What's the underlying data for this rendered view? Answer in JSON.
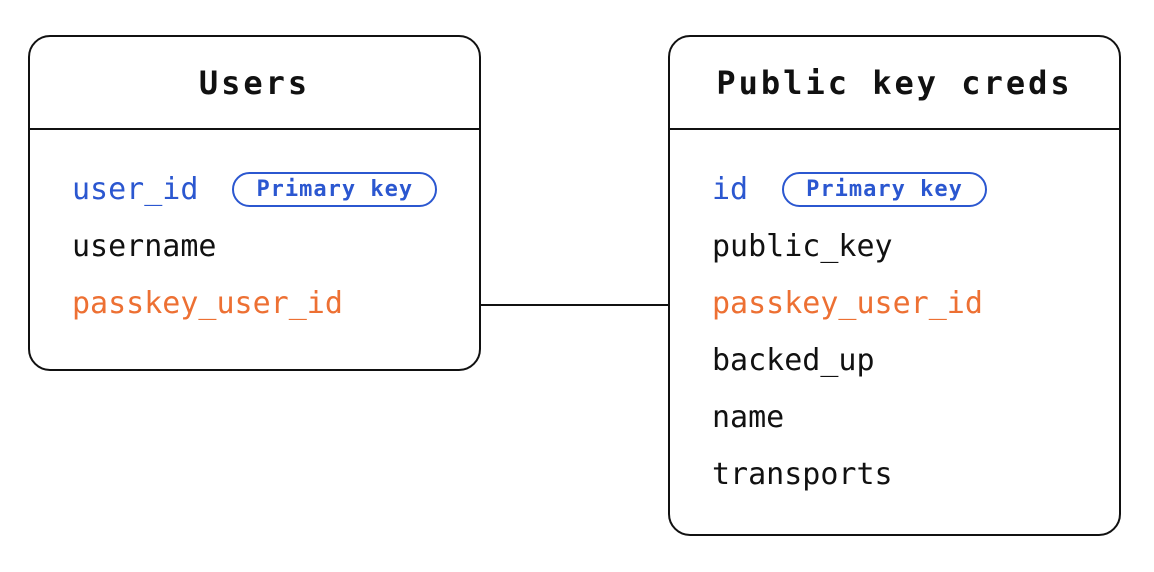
{
  "colors": {
    "background": "#ffffff",
    "border": "#111111",
    "text": "#111111",
    "primary_key": "#2B57D0",
    "foreign_key": "#ED7033"
  },
  "tables": [
    {
      "title": "Users",
      "fields": [
        {
          "name": "user_id",
          "role": "primary",
          "badge": "Primary key"
        },
        {
          "name": "username",
          "role": "default"
        },
        {
          "name": "passkey_user_id",
          "role": "foreign"
        }
      ]
    },
    {
      "title": "Public key creds",
      "fields": [
        {
          "name": "id",
          "role": "primary",
          "badge": "Primary key"
        },
        {
          "name": "public_key",
          "role": "default"
        },
        {
          "name": "passkey_user_id",
          "role": "foreign"
        },
        {
          "name": "backed_up",
          "role": "default"
        },
        {
          "name": "name",
          "role": "default"
        },
        {
          "name": "transports",
          "role": "default"
        }
      ]
    }
  ],
  "relationship": {
    "from_table": "Users",
    "from_field": "passkey_user_id",
    "to_table": "Public key creds",
    "to_field": "passkey_user_id",
    "style": "straight-line"
  }
}
